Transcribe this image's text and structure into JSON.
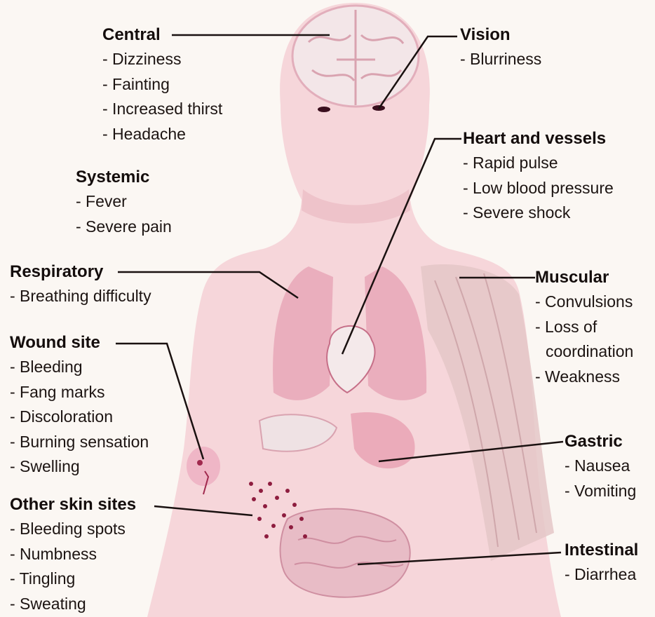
{
  "groups": {
    "central": {
      "title": "Central",
      "items": [
        "- Dizziness",
        "- Fainting",
        "- Increased thirst",
        "- Headache"
      ]
    },
    "systemic": {
      "title": "Systemic",
      "items": [
        "- Fever",
        "- Severe pain"
      ]
    },
    "respiratory": {
      "title": "Respiratory",
      "items": [
        "- Breathing difficulty"
      ]
    },
    "wound": {
      "title": "Wound site",
      "items": [
        "- Bleeding",
        "- Fang marks",
        "- Discoloration",
        "- Burning sensation",
        "- Swelling"
      ]
    },
    "otherskin": {
      "title": "Other skin sites",
      "items": [
        "- Bleeding spots",
        "- Numbness",
        "- Tingling",
        "- Sweating"
      ]
    },
    "vision": {
      "title": "Vision",
      "items": [
        "- Blurriness"
      ]
    },
    "heart": {
      "title": "Heart and vessels",
      "items": [
        "- Rapid pulse",
        "- Low blood pressure",
        "- Severe shock"
      ]
    },
    "muscular": {
      "title": "Muscular",
      "items": [
        "- Convulsions",
        "- Loss of",
        "coordination",
        "- Weakness"
      ]
    },
    "gastric": {
      "title": "Gastric",
      "items": [
        "- Nausea",
        "- Vomiting"
      ]
    },
    "intestinal": {
      "title": "Intestinal",
      "items": [
        "- Diarrhea"
      ]
    }
  },
  "colors": {
    "skin": "#f6d6da",
    "skin_shade": "#eec3ca",
    "organ": "#d98ea0",
    "organ_dark": "#9c2f52",
    "muscle": "#e4c7c7",
    "leader": "#1a1110",
    "text": "#1c1412"
  }
}
